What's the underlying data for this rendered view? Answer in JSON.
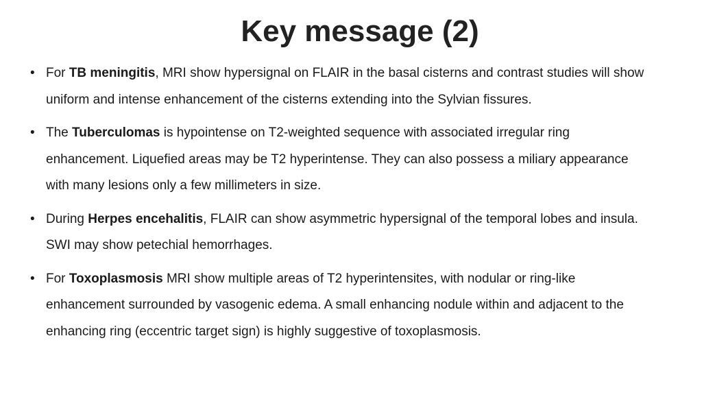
{
  "slide": {
    "title": "Key message (2)",
    "bullets": [
      {
        "before": "For ",
        "bold": "TB meningitis",
        "after": ", MRI show hypersignal on FLAIR in the basal cisterns and contrast studies will show uniform and intense enhancement of the cisterns extending into the Sylvian fissures."
      },
      {
        "before": "The ",
        "bold": "Tuberculomas",
        "after": " is hypointense on T2-weighted sequence with associated irregular ring enhancement. Liquefied areas may be T2 hyperintense. They can also possess a miliary appearance with many lesions only a few millimeters in size."
      },
      {
        "before": "During ",
        "bold": "Herpes encehalitis",
        "after": ", FLAIR can show asymmetric hypersignal of the temporal lobes and insula. SWI may show petechial hemorrhages."
      },
      {
        "before": "For ",
        "bold": "Toxoplasmosis",
        "after": " MRI show multiple areas of T2 hyperintensites, with nodular or ring-like enhancement surrounded by vasogenic edema. A small enhancing nodule within and adjacent to the enhancing ring (eccentric target sign) is highly suggestive of toxoplasmosis."
      }
    ]
  }
}
